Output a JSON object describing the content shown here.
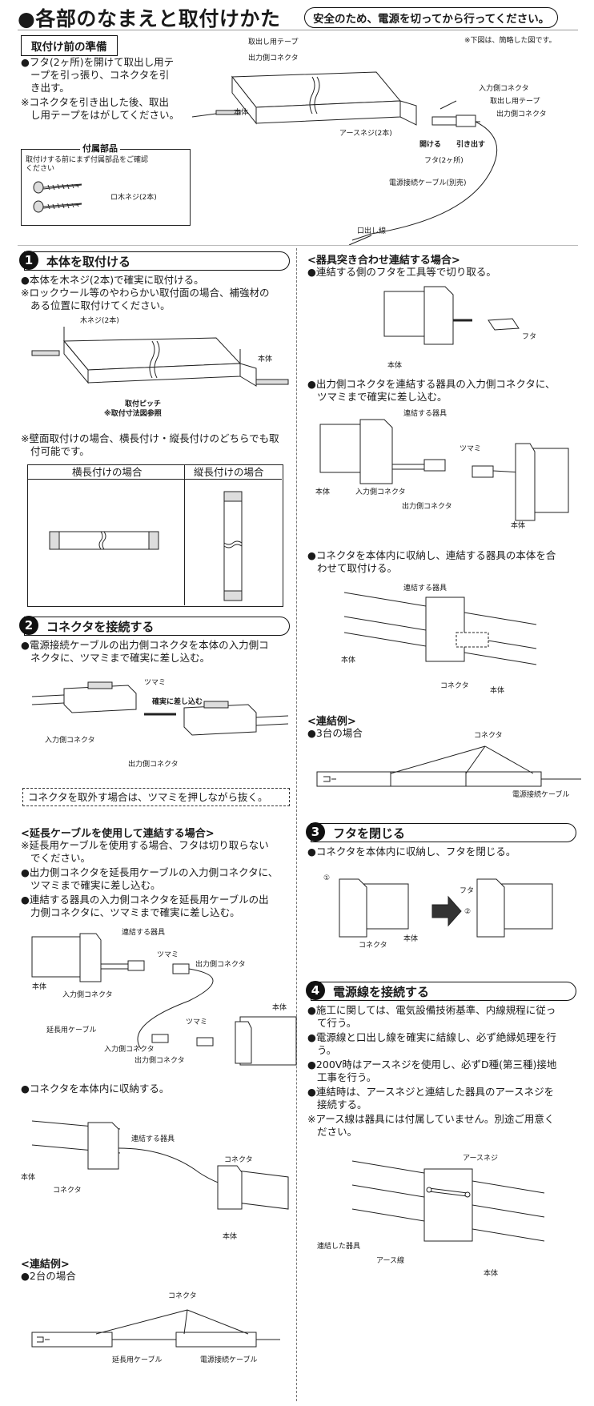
{
  "header": {
    "title": "●各部のなまえと取付けかた",
    "caution": "安全のため、電源を切ってから行ってください。"
  },
  "prep": {
    "heading": "取付け前の準備",
    "line1": "●フタ(2ヶ所)を開けて取出し用テ",
    "line2": "ープを引っ張り、コネクタを引",
    "line3": "き出す。",
    "line4": "※コネクタを引き出した後、取出",
    "line5": "し用テープをはがしてください。",
    "note": "※下図は、簡略した図です。"
  },
  "accessories": {
    "heading": "付属部品",
    "desc1": "取付けする前にまず付属部品をご確認",
    "desc2": "ください",
    "screw_label": "ロ木ネジ(2本)"
  },
  "overview_labels": {
    "tape_left": "取出し用テープ",
    "out_conn_left": "出力側コネクタ",
    "body": "本体",
    "ground_screw": "アースネジ(2本)",
    "in_conn": "入力側コネクタ",
    "tape_right": "取出し用テープ",
    "out_conn_right": "出力側コネクタ",
    "open": "開ける",
    "pull": "引き出す",
    "lid": "フタ(2ヶ所)",
    "cable": "電源接続ケーブル(別売)",
    "leadwire": "口出し線"
  },
  "step1": {
    "num": "1",
    "title": "本体を取付ける",
    "line1": "●本体を木ネジ(2本)で確実に取付ける。",
    "line2": "※ロックウール等のやわらかい取付面の場合、補強材の",
    "line3": "ある位置に取付けてください。",
    "screw": "木ネジ(2本)",
    "body": "本体",
    "pitch1": "取付ピッチ",
    "pitch2": "※取付寸法図参照",
    "wall1": "※壁面取付けの場合、横長付け・縦長付けのどちらでも取",
    "wall2": "付可能です。",
    "col_h": "横長付けの場合",
    "col_v": "縦長付けの場合"
  },
  "step2": {
    "num": "2",
    "title": "コネクタを接続する",
    "line1": "●電源接続ケーブルの出力側コネクタを本体の入力側コ",
    "line2": "ネクタに、ツマミまで確実に差し込む。",
    "knob": "ツマミ",
    "insert": "確実に差し込む",
    "in_conn": "入力側コネクタ",
    "out_conn": "出力側コネクタ",
    "remove": "コネクタを取外す場合は、ツマミを押しながら抜く。"
  },
  "ext": {
    "heading": "<延長ケーブルを使用して連結する場合>",
    "l1": "※延長用ケーブルを使用する場合、フタは切り取らない",
    "l2": "でください。",
    "l3": "●出力側コネクタを延長用ケーブルの入力側コネクタに、",
    "l4": "ツマミまで確実に差し込む。",
    "l5": "●連結する器具の入力側コネクタを延長用ケーブルの出",
    "l6": "力側コネクタに、ツマミまで確実に差し込む。",
    "fixture": "連結する器具",
    "knob": "ツマミ",
    "out_conn": "出力側コネクタ",
    "body": "本体",
    "in_conn": "入力側コネクタ",
    "ext_cable": "延長用ケーブル",
    "store": "●コネクタを本体内に収納する。",
    "connector": "コネクタ",
    "example_heading": "<連結例>",
    "example_two": "●2台の場合",
    "example_conn": "コネクタ",
    "example_ext": "延長用ケーブル",
    "example_power": "電源接続ケーブル"
  },
  "butt": {
    "heading": "<器具突き合わせ連結する場合>",
    "l1": "●連結する側のフタを工具等で切り取る。",
    "lid": "フタ",
    "body": "本体",
    "l2": "●出力側コネクタを連結する器具の入力側コネクタに、",
    "l3": "ツマミまで確実に差し込む。",
    "fixture": "連結する器具",
    "knob": "ツマミ",
    "in_conn": "入力側コネクタ",
    "out_conn": "出力側コネクタ",
    "l4": "●コネクタを本体内に収納し、連結する器具の本体を合",
    "l5": "わせて取付ける。",
    "connector": "コネクタ",
    "example_heading": "<連結例>",
    "example_three": "●3台の場合",
    "example_conn": "コネクタ",
    "example_power": "電源接続ケーブル"
  },
  "step3": {
    "num": "3",
    "title": "フタを閉じる",
    "line1": "●コネクタを本体内に収納し、フタを閉じる。",
    "circ1": "①",
    "circ2": "②",
    "lid": "フタ",
    "connector": "コネクタ",
    "body": "本体"
  },
  "step4": {
    "num": "4",
    "title": "電源線を接続する",
    "l1": "●施工に関しては、電気設備技術基準、内線規程に従っ",
    "l2": "て行う。",
    "l3": "●電源線と口出し線を確実に結線し、必ず絶縁処理を行",
    "l4": "う。",
    "l5": "●200V時はアースネジを使用し、必ずD種(第三種)接地",
    "l6": "工事を行う。",
    "l7": "●連結時は、アースネジと連結した器具のアースネジを",
    "l8": "接続する。",
    "l9": "※アース線は器具には付属していません。別途ご用意く",
    "l10": "ださい。",
    "ground_screw": "アースネジ",
    "connected": "連結した器具",
    "ground_wire": "アース線",
    "body": "本体"
  }
}
